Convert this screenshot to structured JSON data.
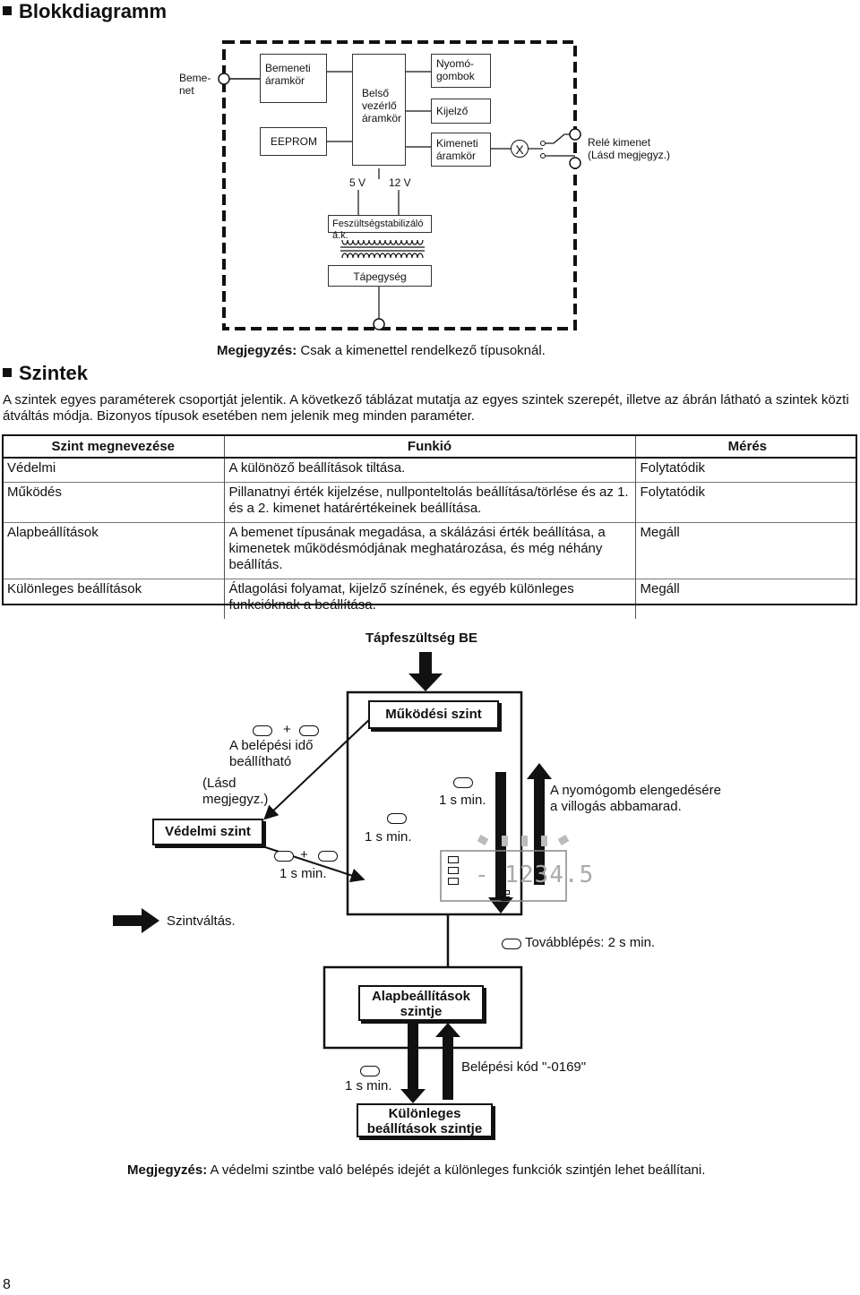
{
  "block": {
    "title": "Blokkdiagramm",
    "input_label": "Beme-\nnet",
    "input_circuit": "Bemeneti\náramkör",
    "internal_ctrl": "Belső\nvezérlő\náramkör",
    "buttons": "Nyomó-\ngombok",
    "display": "Kijelző",
    "output_circuit": "Kimeneti\náramkör",
    "eeprom": "EEPROM",
    "relay_symbol": "X",
    "relay_label": "Relé kimenet\n(Lásd megjegyz.)",
    "v5": "5 V",
    "v12": "12 V",
    "stabilizer": "Feszültségstabilizáló á.k.",
    "psu": "Tápegység",
    "note_label": "Megjegyzés:",
    "note_text": " Csak a kimenettel rendelkező típusoknál."
  },
  "levels": {
    "title": "Szintek",
    "intro": "A szintek egyes paraméterek csoportját jelentik. A következő táblázat mutatja az egyes szintek szerepét, illetve az ábrán látható a szintek közti átváltás módja. Bizonyos típusok esetében nem jelenik meg minden paraméter.",
    "headers": [
      "Szint megnevezése",
      "Funkió",
      "Mérés"
    ],
    "rows": [
      [
        "Védelmi",
        "A különöző beállítások tiltása.",
        "Folytatódik"
      ],
      [
        "Működés",
        "Pillanatnyi érték kijelzése, nullponteltolás beállítása/törlése és az 1. és a 2. kimenet határértékeinek beállítása.",
        "Folytatódik"
      ],
      [
        "Alapbeállítások",
        "A bemenet típusának megadása, a skálázási érték beállítása, a kimenetek működésmódjának meghatározása, és még néhány beállítás.",
        "Megáll"
      ],
      [
        "Különleges beállítások",
        "Átlagolási folyamat, kijelző színének, és egyéb különleges funkcióknak a beállítása.",
        "Megáll"
      ]
    ]
  },
  "flow": {
    "power_on": "Tápfeszültség BE",
    "operation_level": "Működési szint",
    "plus": "+",
    "entry_time_settable": "A belépési idő\nbeállítható",
    "see_note": "(Lásd\nmegjegyz.)",
    "protection_level": "Védelmi szint",
    "one_s_min": "1 s min.",
    "release_note": "A nyomógomb elengedésére\na villogás abbamarad.",
    "display_value": "- 1234.5",
    "level_change": "Szintváltás.",
    "next_step": "Továbblépés: 2 s min.",
    "basic_level": "Alapbeállítások\nszintje",
    "entry_code": "Belépési kód \"-0169\"",
    "special_level": "Különleges\nbeállítások szintje",
    "note_label": "Megjegyzés:",
    "note_text": " A védelmi szintbe való belépés idejét a különleges funkciók szintjén lehet beállítani."
  },
  "page_number": "8"
}
